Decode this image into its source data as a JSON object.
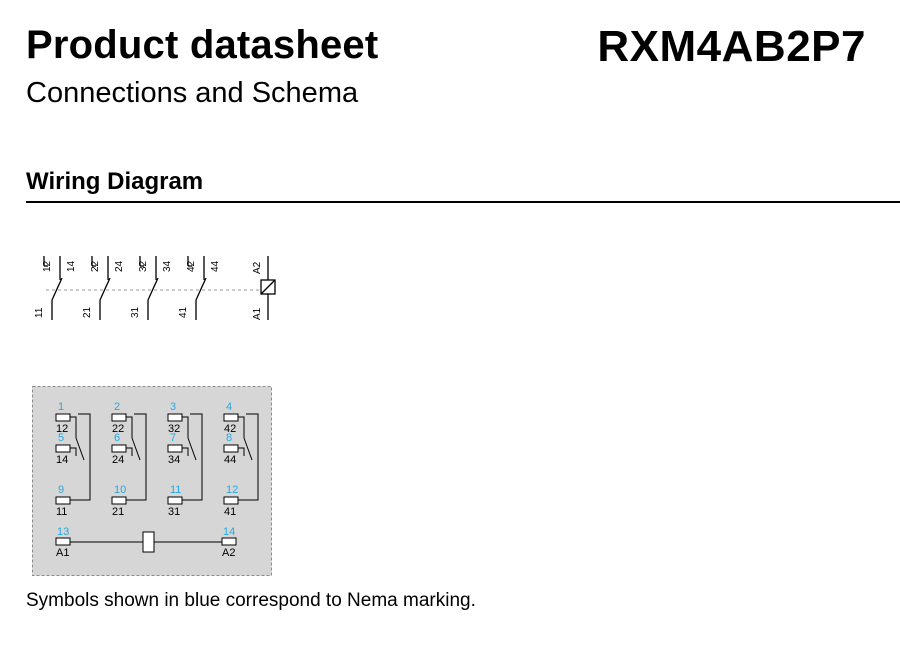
{
  "header": {
    "title": "Product datasheet",
    "subtitle": "Connections and Schema",
    "product_code": "RXM4AB2P7"
  },
  "section": {
    "title": "Wiring Diagram"
  },
  "schematic": {
    "contacts": [
      {
        "nc": "12",
        "no": "14",
        "com": "11"
      },
      {
        "nc": "22",
        "no": "24",
        "com": "21"
      },
      {
        "nc": "32",
        "no": "34",
        "com": "31"
      },
      {
        "nc": "42",
        "no": "44",
        "com": "41"
      }
    ],
    "coil": {
      "top": "A2",
      "bottom": "A1"
    }
  },
  "wiring": {
    "columns": [
      {
        "nc": {
          "nema": "1",
          "iec": "12"
        },
        "no": {
          "nema": "5",
          "iec": "14"
        },
        "com": {
          "nema": "9",
          "iec": "11"
        }
      },
      {
        "nc": {
          "nema": "2",
          "iec": "22"
        },
        "no": {
          "nema": "6",
          "iec": "24"
        },
        "com": {
          "nema": "10",
          "iec": "21"
        }
      },
      {
        "nc": {
          "nema": "3",
          "iec": "32"
        },
        "no": {
          "nema": "7",
          "iec": "34"
        },
        "com": {
          "nema": "11",
          "iec": "31"
        }
      },
      {
        "nc": {
          "nema": "4",
          "iec": "42"
        },
        "no": {
          "nema": "8",
          "iec": "44"
        },
        "com": {
          "nema": "12",
          "iec": "41"
        }
      }
    ],
    "coil": {
      "left": {
        "nema": "13",
        "iec": "A1"
      },
      "right": {
        "nema": "14",
        "iec": "A2"
      }
    },
    "nema_color": "#29a8e0"
  },
  "note": "Symbols shown in blue correspond to Nema marking."
}
